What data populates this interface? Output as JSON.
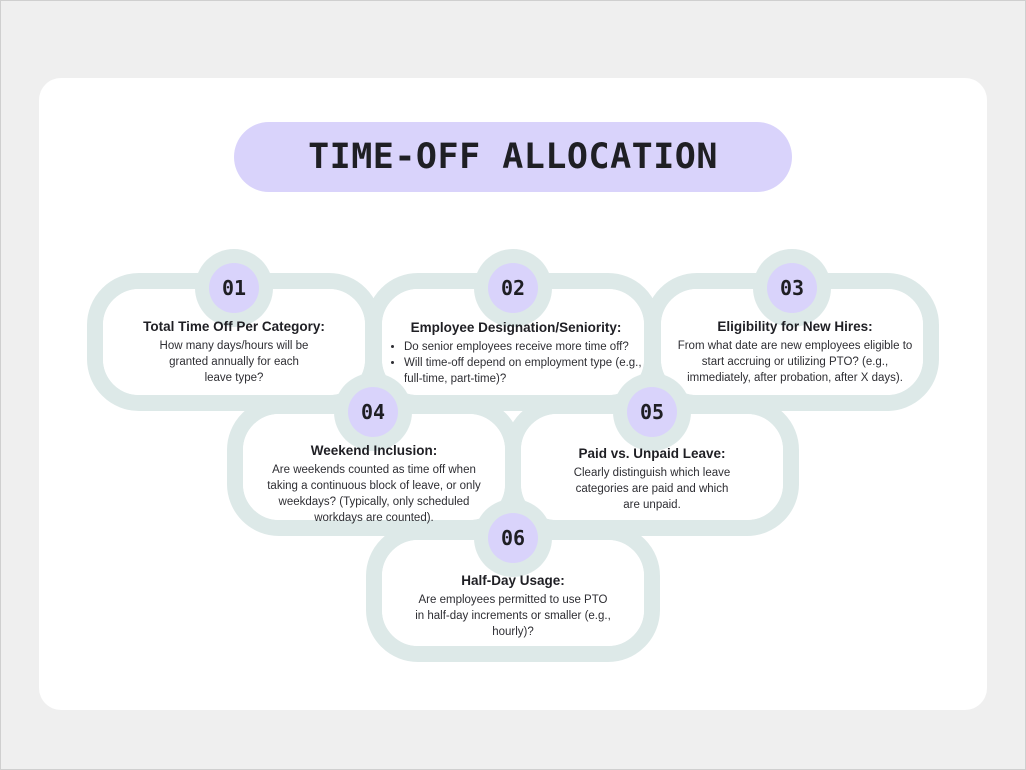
{
  "title": "TIME-OFF ALLOCATION",
  "colors": {
    "page_background": "#efefef",
    "card_background": "#ffffff",
    "accent_lavender": "#d9d3fb",
    "ring_mint": "#dde9e8",
    "text_dark": "#1f1f24"
  },
  "items": [
    {
      "number": "01",
      "heading": "Total Time Off Per Category:",
      "lines": [
        "How many days/hours will be",
        "granted annually for each",
        "leave type?"
      ]
    },
    {
      "number": "02",
      "heading": "Employee Designation/Seniority:",
      "bullets": [
        "Do senior employees receive more time off?",
        "Will time-off depend on employment type (e.g., full-time, part-time)?"
      ]
    },
    {
      "number": "03",
      "heading": "Eligibility for New Hires:",
      "lines": [
        "From what date are new employees eligible to",
        "start accruing or utilizing PTO? (e.g.,",
        "immediately, after probation, after X days)."
      ]
    },
    {
      "number": "04",
      "heading": "Weekend Inclusion:",
      "lines": [
        "Are weekends counted as time off when",
        "taking a continuous block of leave, or only",
        "weekdays? (Typically, only scheduled",
        "workdays are counted)."
      ]
    },
    {
      "number": "05",
      "heading": "Paid vs. Unpaid Leave:",
      "lines": [
        "Clearly distinguish which leave",
        "categories are paid and which",
        "are unpaid."
      ]
    },
    {
      "number": "06",
      "heading": "Half-Day Usage:",
      "lines": [
        "Are employees permitted to use PTO",
        "in half-day increments or smaller (e.g.,",
        "hourly)?"
      ]
    }
  ]
}
